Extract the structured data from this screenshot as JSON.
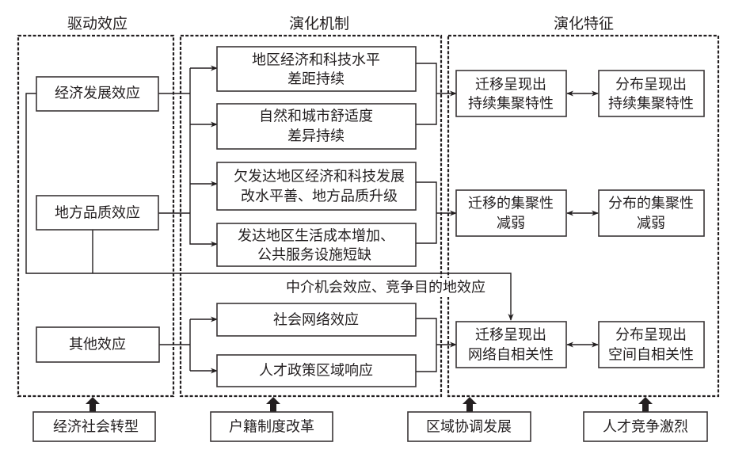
{
  "sections": {
    "drivers": {
      "title": "驱动效应",
      "effects": [
        {
          "label": "经济发展效应"
        },
        {
          "label": "地方品质效应"
        },
        {
          "label": "其他效应"
        }
      ]
    },
    "mechanisms": {
      "title": "演化机制",
      "items": [
        {
          "lines": [
            "地区经济和科技水平",
            "差距持续"
          ]
        },
        {
          "lines": [
            "自然和城市舒适度",
            "差异持续"
          ]
        },
        {
          "lines": [
            "欠发达地区经济和科技发展",
            "改水平善、地方品质升级"
          ]
        },
        {
          "lines": [
            "发达地区生活成本增加、",
            "公共服务设施短缺"
          ]
        },
        {
          "lines": [
            "社会网络效应"
          ]
        },
        {
          "lines": [
            "人才政策区域响应"
          ]
        }
      ],
      "intervening_note": "中介机会效应、竞争目的地效应"
    },
    "features": {
      "title": "演化特征",
      "rows": [
        {
          "migration": [
            "迁移呈现出",
            "持续集聚特性"
          ],
          "distribution": [
            "分布呈现出",
            "持续集聚特性"
          ]
        },
        {
          "migration": [
            "迁移的集聚性",
            "减弱"
          ],
          "distribution": [
            "分布的集聚性",
            "减弱"
          ]
        },
        {
          "migration": [
            "迁移呈现出",
            "网络自相关性"
          ],
          "distribution": [
            "分布呈现出",
            "空间自相关性"
          ]
        }
      ]
    }
  },
  "context_factors": [
    {
      "label": "经济社会转型"
    },
    {
      "label": "户籍制度改革"
    },
    {
      "label": "区域协调发展"
    },
    {
      "label": "人才竞争激烈"
    }
  ]
}
